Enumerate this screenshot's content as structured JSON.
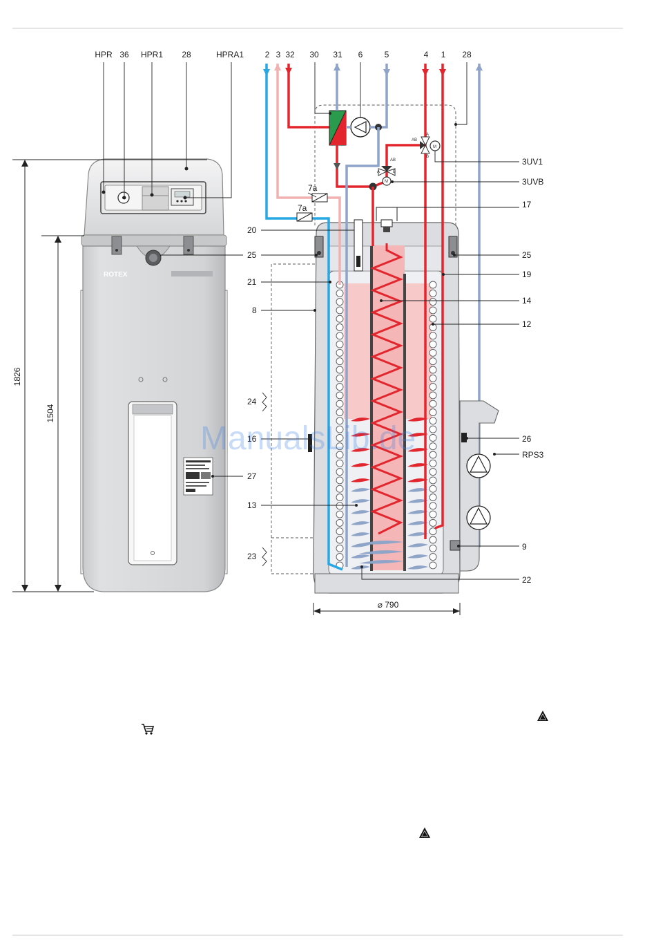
{
  "colors": {
    "hot_red": "#e3262e",
    "pink": "#f2b1b1",
    "cold_blue": "#27a7e4",
    "return_blue": "#8ea4c8",
    "casing": "#d9dadc",
    "casing_dark": "#b8babd",
    "exchanger_green": "#2a9a4c"
  },
  "diagram": {
    "top_labels": [
      "HPR",
      "36",
      "HPR1",
      "28",
      "HPRA1",
      "2",
      "3",
      "32",
      "30",
      "31",
      "6",
      "5",
      "4",
      "1",
      "28"
    ],
    "right_labels": [
      "3UV1",
      "3UVB",
      "17",
      "25",
      "19",
      "14",
      "12",
      "26",
      "RPS3",
      "9",
      "22"
    ],
    "left_labels": [
      "7a",
      "7a",
      "20",
      "25",
      "21",
      "8",
      "24",
      "16",
      "27",
      "13",
      "23"
    ],
    "dim_height_total": "1826",
    "dim_height_inner": "1504",
    "dim_width": "⌀ 790",
    "brand_text": "ROTEX",
    "valve_port_labels": [
      "AB",
      "A",
      "B",
      "AB",
      "A",
      "B",
      "M",
      "M"
    ],
    "watermark": "ManualsLib.de"
  },
  "icons": {
    "warning_1": "warning-triangle-icon",
    "warning_2": "warning-triangle-icon",
    "cart": "shopping-cart-icon"
  }
}
